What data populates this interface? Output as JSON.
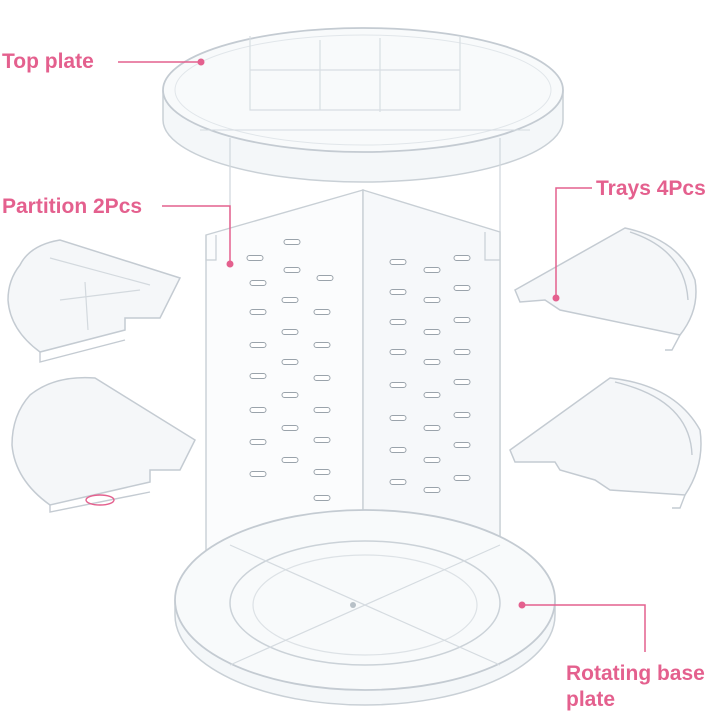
{
  "colors": {
    "label": "#e4608e",
    "acrylic_edge": "#c9d0d6",
    "acrylic_fill": "#f4f7f9"
  },
  "labels": {
    "top_plate": "Top plate",
    "partition": "Partition 2Pcs",
    "trays": "Trays 4Pcs",
    "base_plate": "Rotating base plate"
  }
}
